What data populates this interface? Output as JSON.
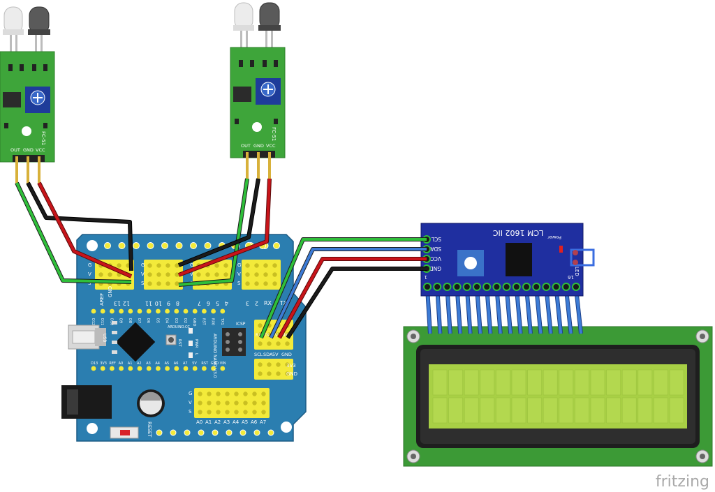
{
  "watermark": "fritzing",
  "sensors": [
    {
      "model": "FC-51",
      "pins": [
        "OUT",
        "GND",
        "VCC"
      ]
    },
    {
      "model": "FC-51",
      "pins": [
        "OUT",
        "GND",
        "VCC"
      ]
    }
  ],
  "lcd_module": {
    "title": "LCM 1602 IIC",
    "power_label": "Power",
    "led_label": "LED",
    "pins": [
      "SCL",
      "SDA",
      "VCC",
      "GND"
    ],
    "pin_first": "1",
    "pin_last": "16"
  },
  "board": {
    "name": "ARDUINO NANO V3.0",
    "brand": "ARDUINO.CC",
    "usb_label": "USB",
    "icsp_label": "ICSP",
    "reset_label": "RESET",
    "rst_label": "RST",
    "pwr_label": "PWR",
    "l_label": "L",
    "top_pins": [
      "13",
      "12",
      "11",
      "10",
      "9",
      "8",
      "7",
      "6",
      "5",
      "4",
      "3",
      "2"
    ],
    "gvs": [
      "G",
      "V",
      "S"
    ],
    "rx": "RX",
    "tx": "TX",
    "aref_gnd": [
      "AREF",
      "GND"
    ],
    "header_pins_top": [
      "D12",
      "D11",
      "D10",
      "D9",
      "D8",
      "D7",
      "D6",
      "D5",
      "D4",
      "D3",
      "D2",
      "GND",
      "RST",
      "RX0",
      "TX1"
    ],
    "header_pins_bottom": [
      "D13",
      "3V3",
      "REF",
      "A0",
      "A1",
      "A2",
      "A3",
      "A4",
      "A5",
      "A6",
      "A7",
      "5V",
      "RST",
      "GND",
      "VIN"
    ],
    "i2c_row": [
      "RX",
      "TX",
      "5V",
      "GND"
    ],
    "i2c_labels": [
      "SCL",
      "SDA",
      "5V",
      "GND"
    ],
    "v33": "3V3",
    "gnd_right": "GND",
    "analog_labels": [
      "A0",
      "A1",
      "A2",
      "A3",
      "A4",
      "A5",
      "A6",
      "A7"
    ]
  },
  "colors": {
    "board": "#2b7eb0",
    "sensor_pcb": "#3ea53a",
    "lcd_pcb": "#3c9a36",
    "lcd_screen": "#a8d045",
    "i2c_pcb": "#1f2fa0",
    "wire_red": "#c8141a",
    "wire_black": "#1b1b1b",
    "wire_green": "#2fbf3a",
    "wire_blue": "#3c7bd5",
    "header_yellow": "#f3ea3a"
  }
}
